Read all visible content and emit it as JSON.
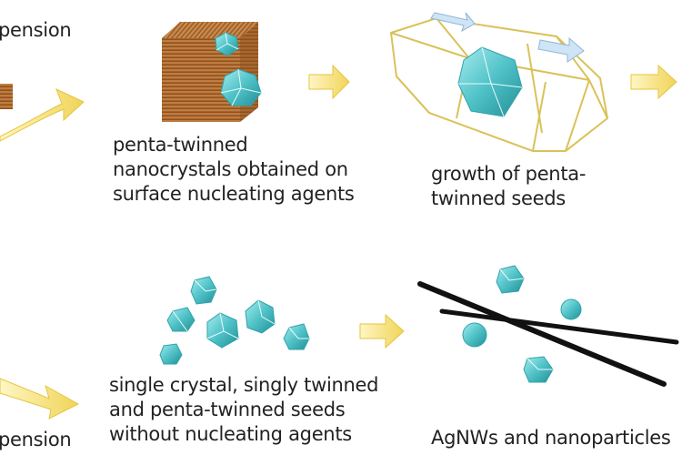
{
  "colors": {
    "arrow": "#f1e07a",
    "arrow_edge": "#e5c63e",
    "crystal": "#5cc8cc",
    "crystal_dark": "#2ea3aa",
    "wood": "#b8763d",
    "wire_frame": "#d9c25a",
    "wire": "#111111",
    "text": "#222222"
  },
  "labels": {
    "top_left_suspension": "pension",
    "bottom_left_suspension": "pension",
    "penta_on_agents": "penta-twinned\nnanocrystals obtained on\nsurface nucleating agents",
    "growth": "growth of penta-\ntwinned seeds",
    "single_crystal": "single crystal, singly twinned\nand penta-twinned seeds\nwithout nucleating agents",
    "agnws": "AgNWs and nanoparticles"
  }
}
